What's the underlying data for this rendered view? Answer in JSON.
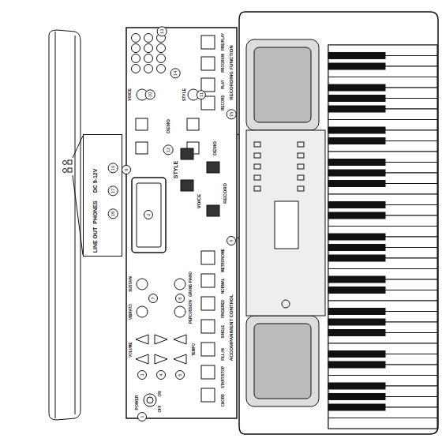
{
  "diagram": {
    "nodes": [
      {
        "text": [
          "LINE OUT",
          "PHONES",
          "DC 9-12V"
        ]
      }
    ],
    "labels": [
      "RECORDING FUNCTION",
      "ACCOMPANIMENT CONTROL",
      "DEMO",
      "VOICE",
      "STYLE",
      "STYLE",
      "DEMO",
      "VOICE",
      "RECORD",
      "POWER",
      "ON",
      "OFF",
      "RECORD",
      "PLAY",
      "PROGRAM",
      "PRE/PLAY",
      "CHORD",
      "START/STOP",
      "FILL-IN",
      "SINGLE",
      "FINGERED",
      "NORMAL",
      "METRONOME",
      "SUSTAIN",
      "VIBRATO",
      "GRAND PIANO",
      "PERCUSSION",
      "VOLUME",
      "TEMPO",
      "1",
      "2",
      "3",
      "4",
      "5",
      "6",
      "7",
      "8",
      "9",
      "10",
      "11",
      "12",
      "13",
      "14",
      "15",
      "16",
      "17",
      "18"
    ]
  }
}
